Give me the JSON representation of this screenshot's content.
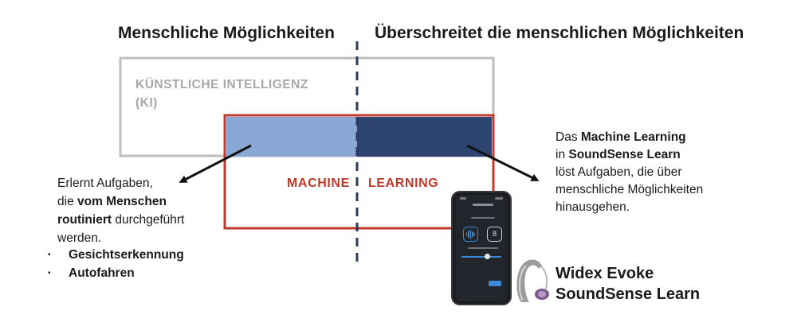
{
  "headings": {
    "left": "Menschliche Möglichkeiten",
    "right": "Überschreitet die menschlichen Möglichkeiten"
  },
  "ki": {
    "line1": "KÜNSTLICHE INTELLIGENZ",
    "line2": "(KI)"
  },
  "ml": {
    "word1": "MACHINE",
    "word2": "LEARNING"
  },
  "left_text": {
    "part1": "Erlernt Aufgaben,",
    "part2": "die ",
    "bold1": "vom Menschen",
    "bold2": "routiniert",
    "part3": " durchgeführt",
    "part4": "werden.",
    "bullets": [
      "Gesichtserkennung",
      "Autofahren"
    ]
  },
  "right_text": {
    "part1": "Das ",
    "bold1": "Machine Learning",
    "part2": "in ",
    "bold2": "SoundSense Learn",
    "line3": "löst Aufgaben, die über",
    "line4": "menschliche Möglichkeiten",
    "line5": "hinausgehen."
  },
  "product": {
    "line1": "Widex Evoke",
    "line2": "SoundSense Learn"
  },
  "phone": {
    "value": "8"
  },
  "colors": {
    "ki_border": "#bdbdbd",
    "ml_border": "#c0392b",
    "light_blue": "#8aa8d6",
    "dark_blue": "#2e4470",
    "divider": "#2e3a5c"
  }
}
